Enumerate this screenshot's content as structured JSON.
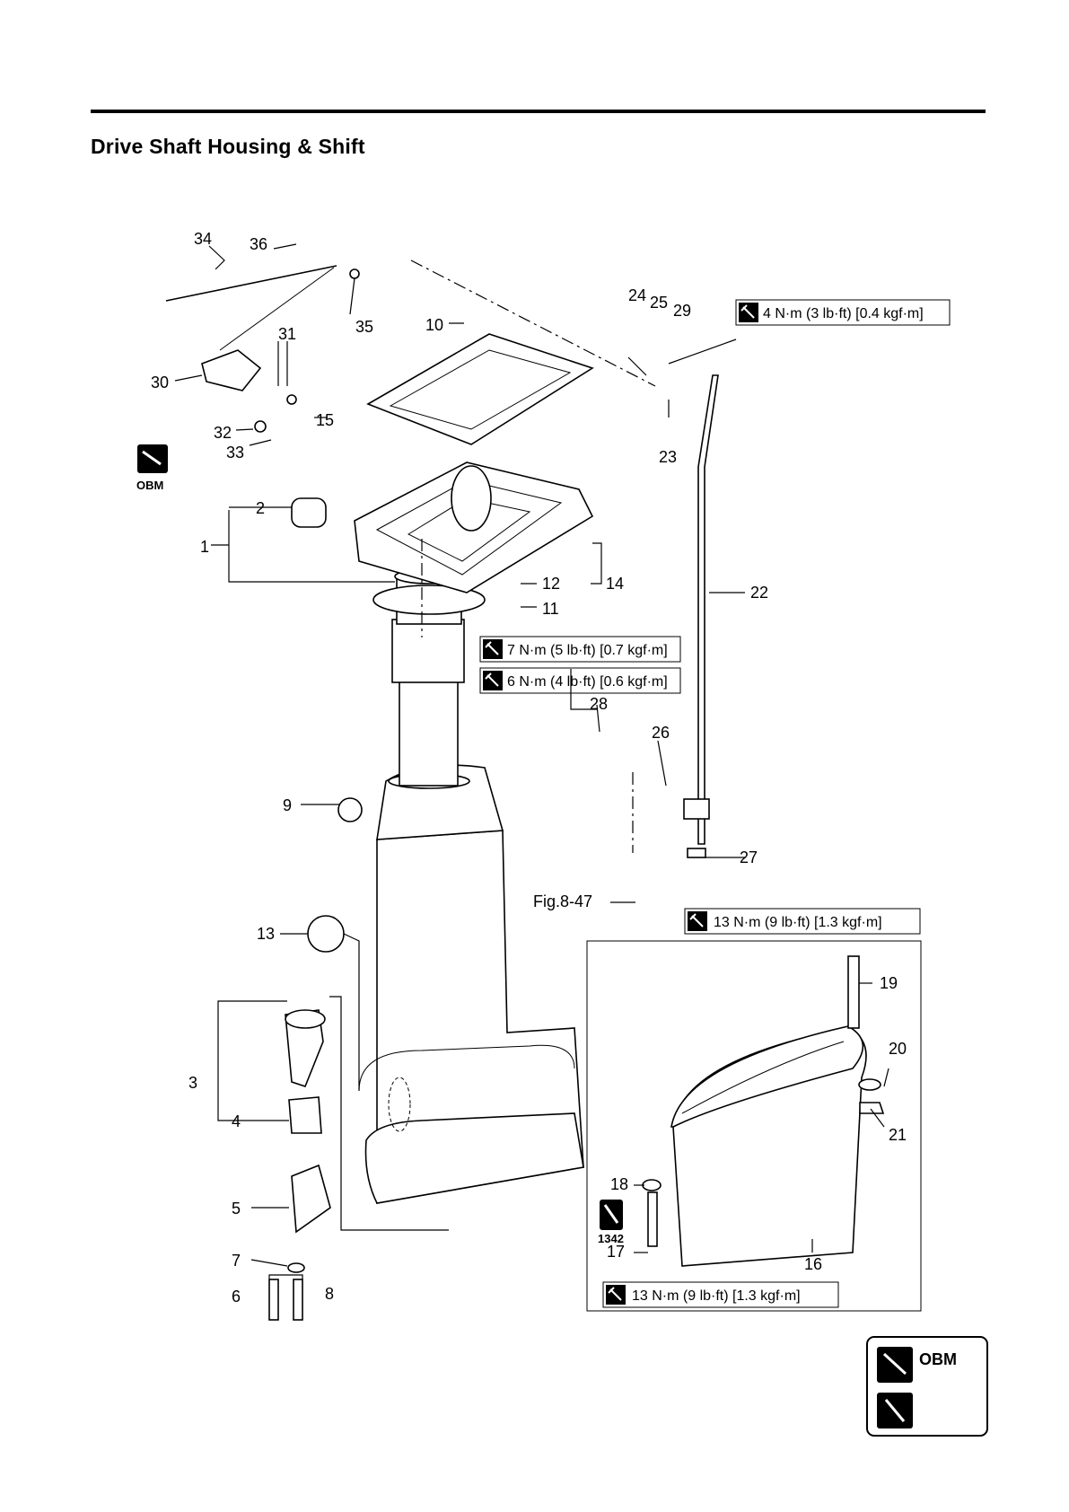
{
  "title": "Drive Shaft Housing & Shift",
  "torque_specs": {
    "t29": "4 N·m (3 lb·ft) [0.4 kgf·m]",
    "t11": "7 N·m (5 lb·ft) [0.7 kgf·m]",
    "t14": "6 N·m (4 lb·ft) [0.6 kgf·m]",
    "t19": "13 N·m (9 lb·ft) [1.3 kgf·m]",
    "t17": "13 N·m (9 lb·ft) [1.3 kgf·m]"
  },
  "reference": "Fig.8-47",
  "lubricant_labels": {
    "obm": "OBM",
    "sealant": "1342"
  },
  "legend": {
    "obm": "OBM"
  },
  "callouts": {
    "c1": "1",
    "c2": "2",
    "c3": "3",
    "c4": "4",
    "c5": "5",
    "c6": "6",
    "c7": "7",
    "c8": "8",
    "c9": "9",
    "c10": "10",
    "c11": "11",
    "c12": "12",
    "c13": "13",
    "c14": "14",
    "c15": "15",
    "c16": "16",
    "c17": "17",
    "c18": "18",
    "c19": "19",
    "c20": "20",
    "c21": "21",
    "c22": "22",
    "c23": "23",
    "c24": "24",
    "c25": "25",
    "c26": "26",
    "c27": "27",
    "c28": "28",
    "c29": "29",
    "c30": "30",
    "c31": "31",
    "c32": "32",
    "c33": "33",
    "c34": "34",
    "c35": "35",
    "c36": "36"
  },
  "icons": [
    "torque-wrench-icon",
    "grease-obm-icon",
    "sealant-1342-icon"
  ]
}
